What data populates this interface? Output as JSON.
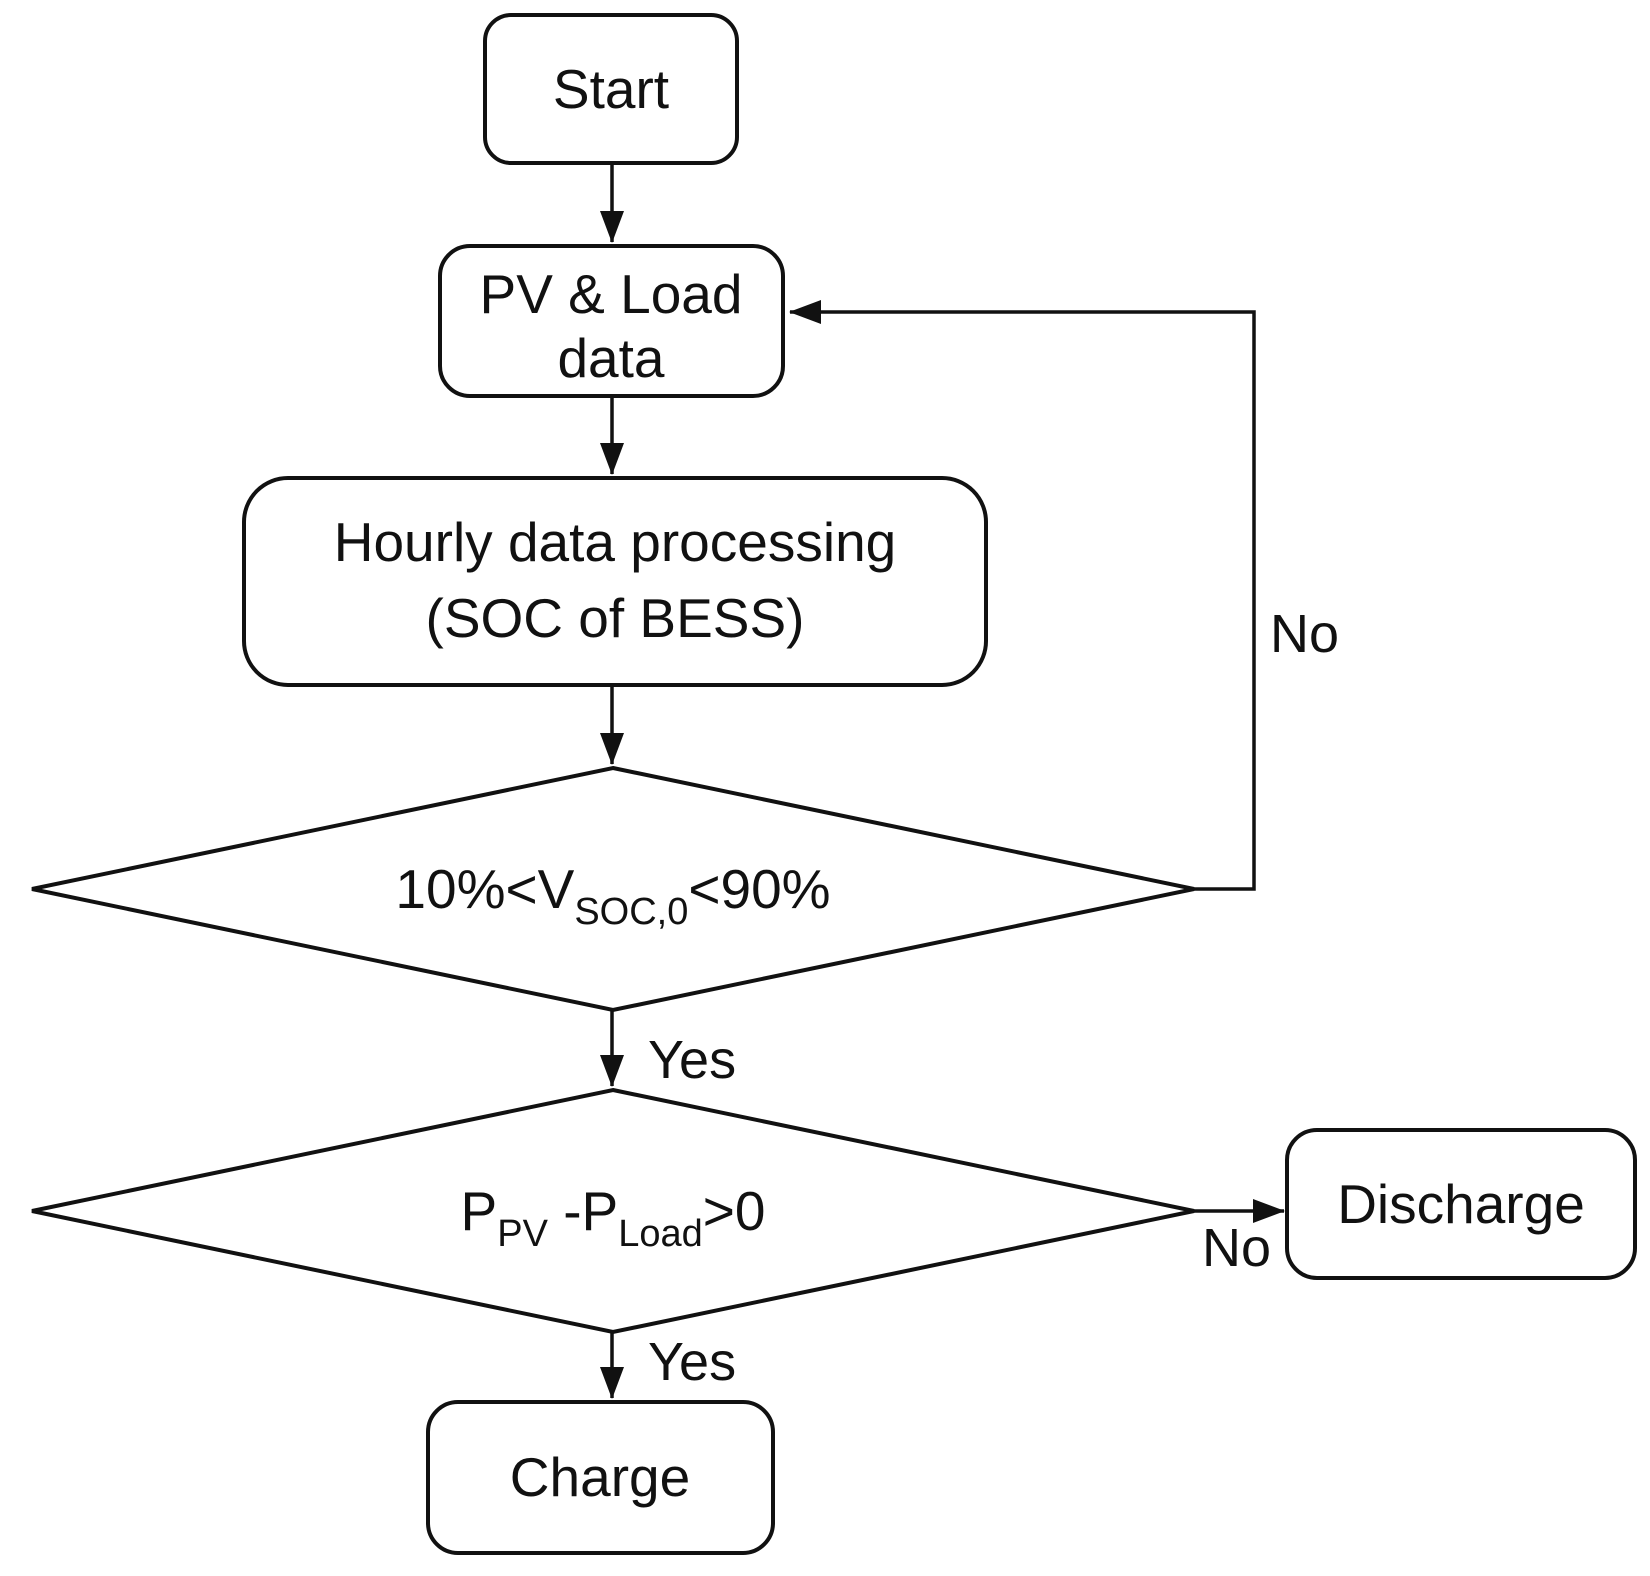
{
  "figure": {
    "background_color": "#ffffff",
    "stroke_color": "#111111",
    "type": "flowchart"
  },
  "nodes": {
    "start": {
      "label": "Start"
    },
    "pv_load": {
      "line1": "PV & Load",
      "line2": "data"
    },
    "hourly": {
      "line1": "Hourly data processing",
      "line2": "(SOC of BESS)"
    },
    "decision_soc": {
      "pre": "10%<V",
      "sub": "SOC,0",
      "post": "<90%"
    },
    "decision_power": {
      "p1": "P",
      "sub1": "PV",
      "mid": " -P",
      "sub2": "Load",
      "post": ">0"
    },
    "discharge": {
      "label": "Discharge"
    },
    "charge": {
      "label": "Charge"
    }
  },
  "edges": {
    "soc_no_label": "No",
    "soc_yes_label": "Yes",
    "power_no_label": "No",
    "power_yes_label": "Yes"
  }
}
